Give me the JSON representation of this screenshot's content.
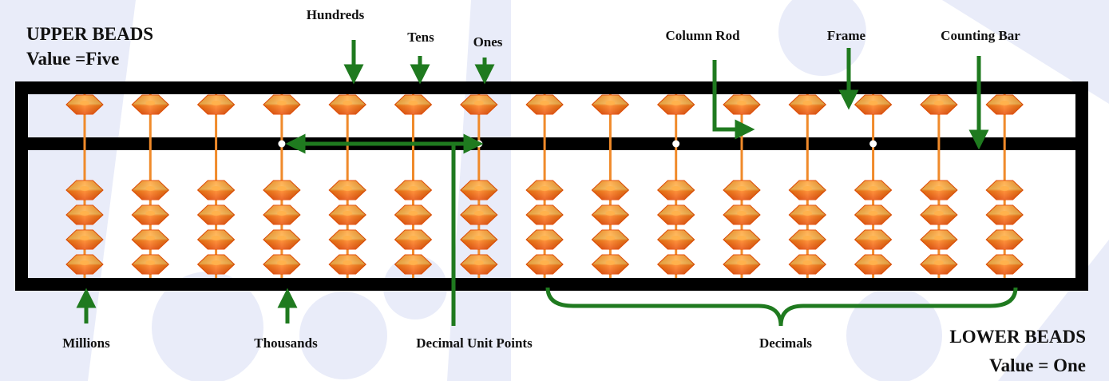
{
  "labels": {
    "upper_beads_title": "UPPER BEADS",
    "upper_beads_value": "Value =Five",
    "hundreds": "Hundreds",
    "tens": "Tens",
    "ones": "Ones",
    "column_rod": "Column Rod",
    "frame": "Frame",
    "counting_bar": "Counting Bar",
    "millions": "Millions",
    "thousands": "Thousands",
    "decimal_unit_points": "Decimal Unit Points",
    "decimals": "Decimals",
    "lower_beads_title": "LOWER BEADS",
    "lower_beads_value": "Value = One"
  },
  "abacus": {
    "rods": 15,
    "upper_beads_per_rod": 1,
    "lower_beads_per_rod": 4,
    "unit_point_rods": [
      4,
      7,
      10,
      13
    ]
  },
  "colors": {
    "frame": "#000000",
    "bead": "#ff7a10",
    "bead_light": "#ffb04a",
    "bead_dark": "#e84a00",
    "rod": "#f08a2a",
    "arrow": "#1f7a1f",
    "watermark": "#e6e9f8"
  }
}
